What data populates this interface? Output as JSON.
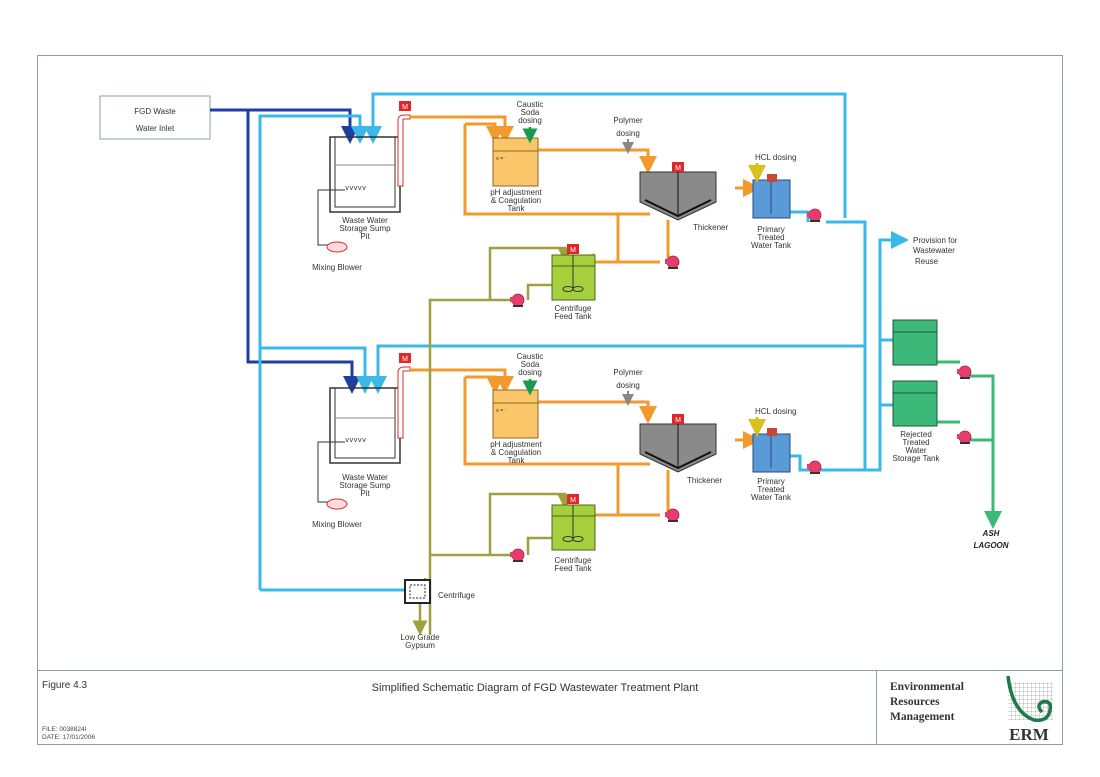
{
  "labels": {
    "inlet": [
      "FGD Waste",
      "Water Inlet"
    ],
    "sump_pit": [
      "Waste Water",
      "Storage Sump",
      "Pit"
    ],
    "mixing_blower": "Mixing Blower",
    "caustic": [
      "Caustic",
      "Soda",
      "dosing"
    ],
    "ph_tank": [
      "pH adjustment",
      "& Coagulation",
      "Tank"
    ],
    "polymer": [
      "Polymer",
      "dosing"
    ],
    "thickener": "Thickener",
    "hcl": "HCL dosing",
    "primary_tank": [
      "Primary",
      "Treated",
      "Water Tank"
    ],
    "centrifuge_feed": [
      "Centrifuge",
      "Feed Tank"
    ],
    "centrifuge": "Centrifuge",
    "gypsum": [
      "Low Grade",
      "Gypsum"
    ],
    "reuse": [
      "Provision for",
      "Wastewater",
      "Reuse"
    ],
    "rejected_tank": [
      "Rejected",
      "Treated",
      "Water",
      "Storage Tank"
    ],
    "ash_lagoon": [
      "ASH",
      "LAGOON"
    ],
    "motor": "M"
  },
  "footer": {
    "figure": "Figure 4.3",
    "title": "Simplified Schematic Diagram of FGD Wastewater Treatment Plant",
    "file": "FILE: 0038824l",
    "date": "DATE: 17/01/2006",
    "org": [
      "Environmental",
      "Resources",
      "Management"
    ],
    "logo": "ERM"
  },
  "colors": {
    "inlet_line": "#1f3fa0",
    "recycle_line": "#3ab8e8",
    "process_line": "#f39a2c",
    "sludge_line": "#a0a040",
    "discharge_line": "#3cb878",
    "ph_tank_fill": "#fbc56a",
    "thickener_fill": "#8a8a8a",
    "primary_tank_fill": "#5a9ad8",
    "feed_tank_fill": "#a5cf3c",
    "rejected_tank_fill": "#3cb878",
    "pump": "#e83c6c",
    "motor": "#e02828",
    "erm_green": "#1f7a4a"
  }
}
